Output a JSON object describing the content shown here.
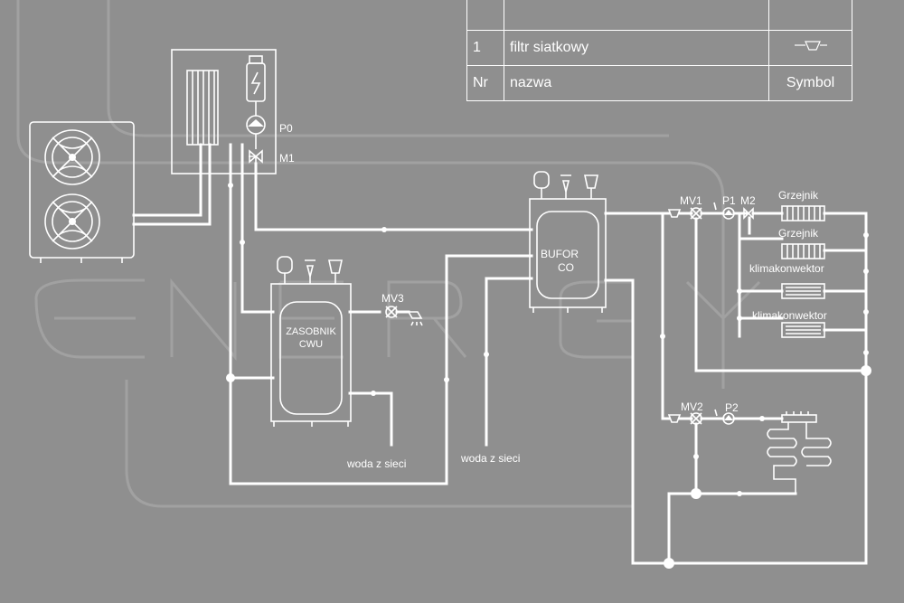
{
  "legend": {
    "rows": [
      {
        "nr": "",
        "nazwa": "",
        "symbol": ""
      },
      {
        "nr": "1",
        "nazwa": "filtr siatkowy",
        "symbol": "filter-icon"
      },
      {
        "nr": "Nr",
        "nazwa": "nazwa",
        "symbol": "Symbol"
      }
    ]
  },
  "labels": {
    "pump_p0": "P0",
    "mixer_m1": "M1",
    "tank_cwu_line1": "ZASOBNIK",
    "tank_cwu_line2": "CWU",
    "valve_mv3": "MV3",
    "water_supply_1": "woda z sieci",
    "water_supply_2": "woda z sieci",
    "buffer_line1": "BUFOR",
    "buffer_line2": "CO",
    "valve_mv1": "MV1",
    "pump_p1": "P1",
    "mixer_m2": "M2",
    "radiator_1": "Grzejnik",
    "radiator_2": "Grzejnik",
    "fancoil_1": "klimakonwektor",
    "fancoil_2": "klimakonwektor",
    "valve_mv2": "MV2",
    "pump_p2": "P2"
  },
  "colors": {
    "background": "#8f8f8f",
    "lines": "#ffffff",
    "watermark": "#a2a2a2"
  }
}
